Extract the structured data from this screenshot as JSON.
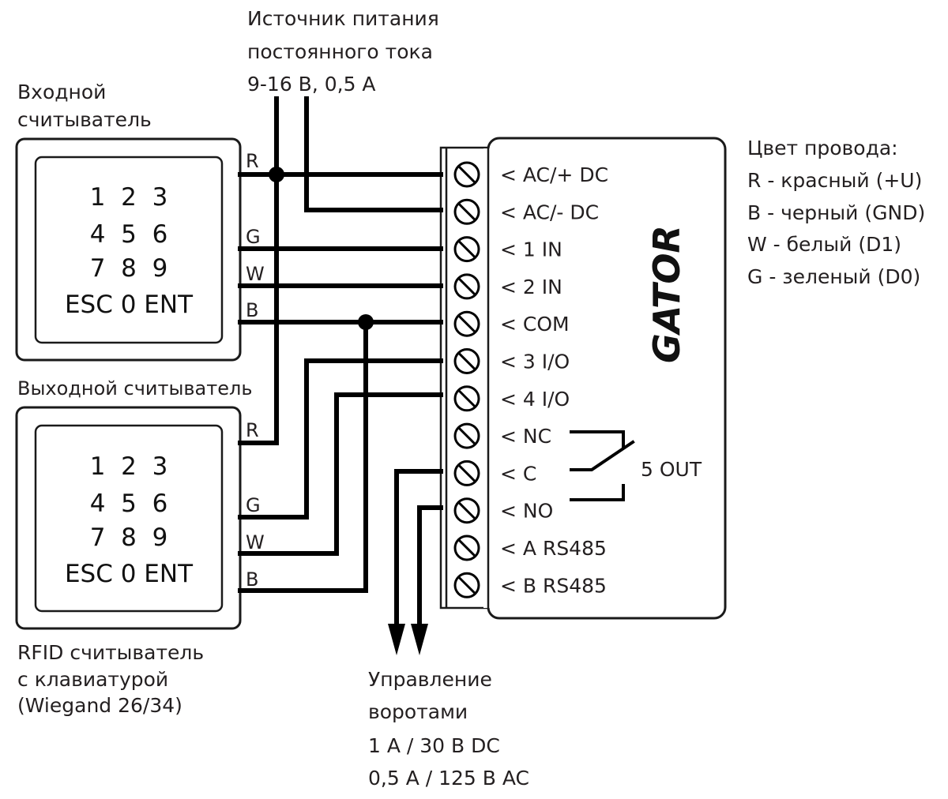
{
  "power_supply": {
    "lines": [
      "Источник питания",
      "постоянного тока",
      "9-16 В, 0,5 А"
    ]
  },
  "entry_reader": {
    "title_lines": [
      "Входной",
      "считыватель"
    ],
    "keypad_rows": [
      "1  2  3",
      "4  5  6",
      "7  8  9",
      "ESC 0 ENT"
    ],
    "wire_labels": [
      "R",
      "G",
      "W",
      "B"
    ]
  },
  "exit_reader": {
    "title": "Выходной считыватель",
    "keypad_rows": [
      "1  2  3",
      "4  5  6",
      "7  8  9",
      "ESC 0 ENT"
    ],
    "wire_labels": [
      "R",
      "G",
      "W",
      "B"
    ],
    "caption_lines": [
      "RFID считыватель",
      "с клавиатурой",
      "(Wiegand 26/34)"
    ]
  },
  "controller": {
    "name": "GATOR",
    "terminals": [
      "< AC/+ DC",
      "< AC/- DC",
      "< 1 IN",
      "< 2 IN",
      "< COM",
      "< 3 I/O",
      "< 4 I/O",
      "< NC",
      "< C",
      "< NO",
      "< A RS485",
      "< B RS485"
    ],
    "relay_label": "5 OUT"
  },
  "wire_legend": {
    "title": "Цвет провода:",
    "items": [
      "R - красный (+U)",
      "B - черный (GND)",
      "W - белый (D1)",
      "G - зеленый (D0)"
    ]
  },
  "gate_control": {
    "lines": [
      "Управление",
      "воротами",
      "1 А / 30 В DC",
      "0,5 А / 125 В AC"
    ]
  }
}
